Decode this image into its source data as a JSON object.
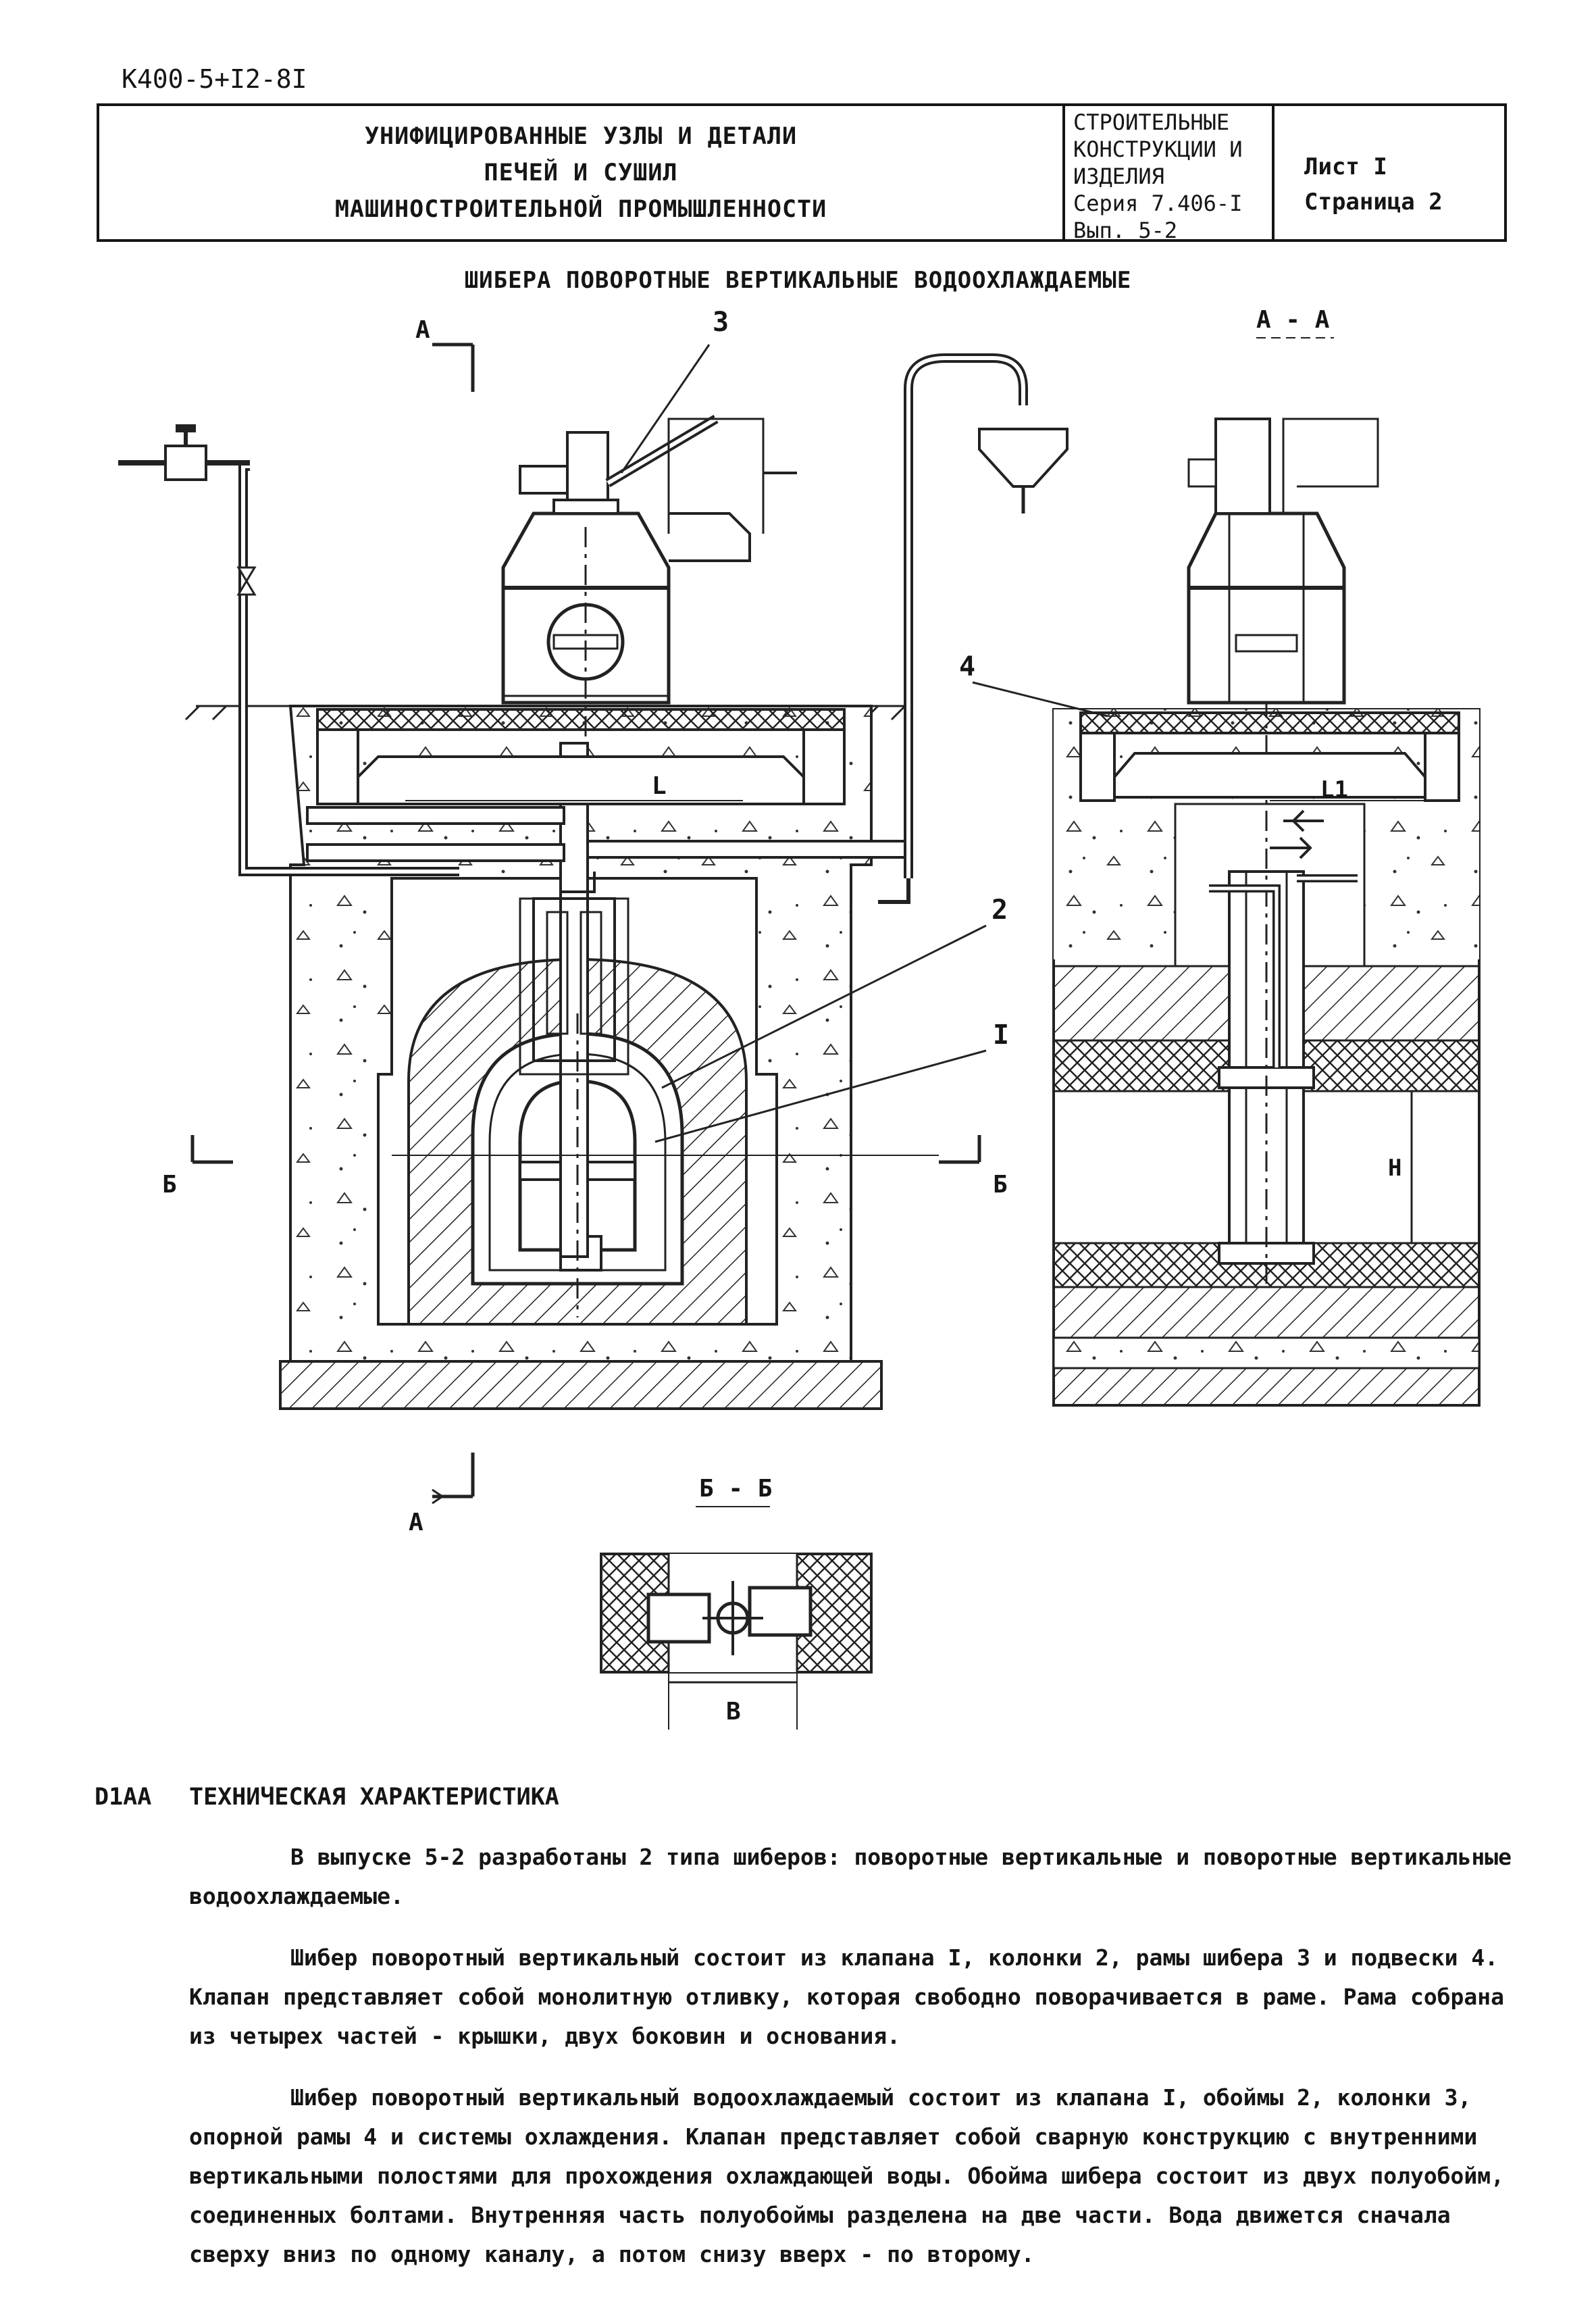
{
  "header": {
    "doc_code": "К400-5+I2-8I",
    "title_lines": [
      "УНИФИЦИРОВАННЫЕ УЗЛЫ И ДЕТАЛИ",
      "ПЕЧЕЙ И СУШИЛ",
      "МАШИНОСТРОИТЕЛЬНОЙ ПРОМЫШЛЕННОСТИ"
    ],
    "series_lines": [
      "СТРОИТЕЛЬНЫЕ",
      "КОНСТРУКЦИИ И",
      "ИЗДЕЛИЯ",
      "Серия 7.406-I",
      "Вып. 5-2"
    ],
    "sheet": "Лист I",
    "page": "Страница 2"
  },
  "sheet_title": "ШИБЕРА ПОВОРОТНЫЕ ВЕРТИКАЛЬНЫЕ ВОДООХЛАЖДАЕМЫЕ",
  "drawing": {
    "section_aa_title": "А - А",
    "section_bb_title": "Б - Б",
    "section_mark_a": "А",
    "section_mark_b": "Б",
    "callout_1": "I",
    "callout_2": "2",
    "callout_3": "3",
    "callout_4": "4",
    "dim_l": "L",
    "dim_l1": "L1",
    "dim_h": "Н",
    "dim_b": "В"
  },
  "tech": {
    "tag": "D1АА",
    "heading": "ТЕХНИЧЕСКАЯ ХАРАКТЕРИСТИКА",
    "paragraphs": [
      "В выпуске 5-2 разработаны 2 типа шиберов: поворотные вертикальные и поворотные вертикальные водоохлаждаемые.",
      "Шибер поворотный вертикальный состоит из клапана I, колонки 2, рамы шибера 3 и подвески 4. Клапан представляет собой монолитную отливку, которая свободно поворачивается в раме. Рама собрана из четырех частей - крышки, двух боковин и основания.",
      "Шибер поворотный вертикальный водоохлаждаемый состоит из клапана I, обоймы 2, колонки 3, опорной рамы 4 и системы охлаждения. Клапан представляет собой сварную конструкцию с внутренними вертикальными полостями для прохождения охлаждающей воды. Обойма шибера состоит из двух полуобойм, соединенных болтами. Внутренняя часть полуобоймы разделена на две части. Вода движется сначала сверху вниз по одному каналу, а потом снизу вверх - по второму."
    ]
  }
}
